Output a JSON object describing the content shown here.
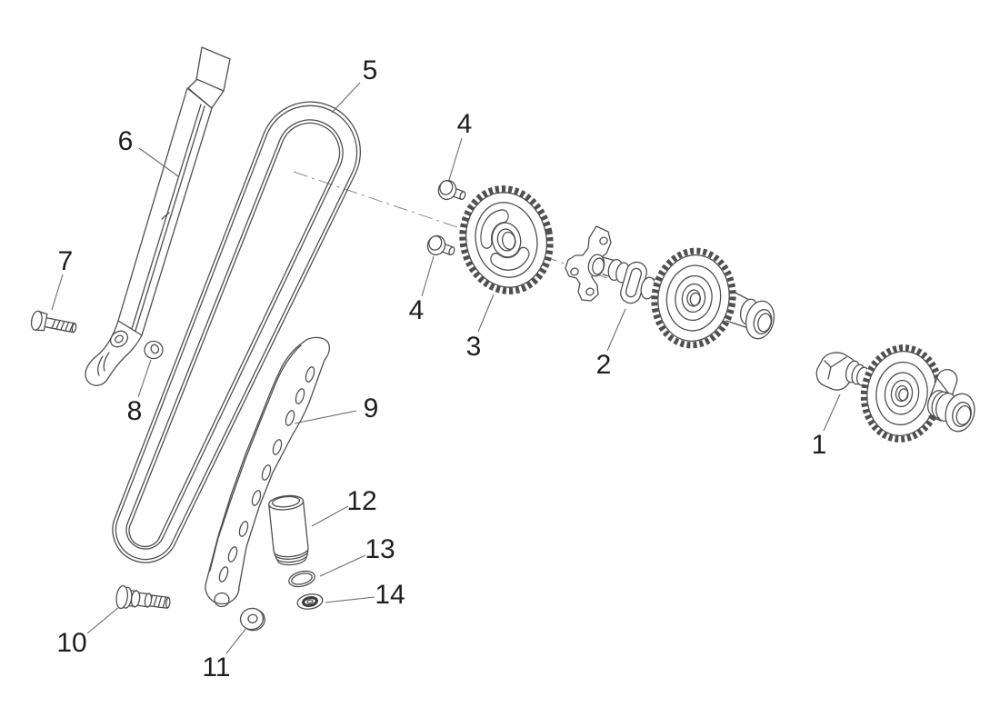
{
  "diagram": {
    "kind": "exploded-parts-diagram",
    "background_color": "#ffffff",
    "line_color": "#4f4f4f",
    "label_color": "#1e1e1e"
  },
  "callouts": [
    {
      "label": "1",
      "part": "rear-camshaft"
    },
    {
      "label": "2",
      "part": "front-camshaft"
    },
    {
      "label": "3",
      "part": "camshaft-sprocket"
    },
    {
      "label": "4",
      "part": "sprocket-bolt-upper"
    },
    {
      "label": "4",
      "part": "sprocket-bolt-lower"
    },
    {
      "label": "5",
      "part": "timing-chain"
    },
    {
      "label": "6",
      "part": "fixed-chain-guide"
    },
    {
      "label": "7",
      "part": "guide-screw"
    },
    {
      "label": "8",
      "part": "guide-washer"
    },
    {
      "label": "9",
      "part": "chain-tensioner-slider"
    },
    {
      "label": "10",
      "part": "slider-screw"
    },
    {
      "label": "11",
      "part": "slider-washer"
    },
    {
      "label": "12",
      "part": "tensioner-pad"
    },
    {
      "label": "13",
      "part": "o-ring"
    },
    {
      "label": "14",
      "part": "sealing-washer"
    }
  ]
}
